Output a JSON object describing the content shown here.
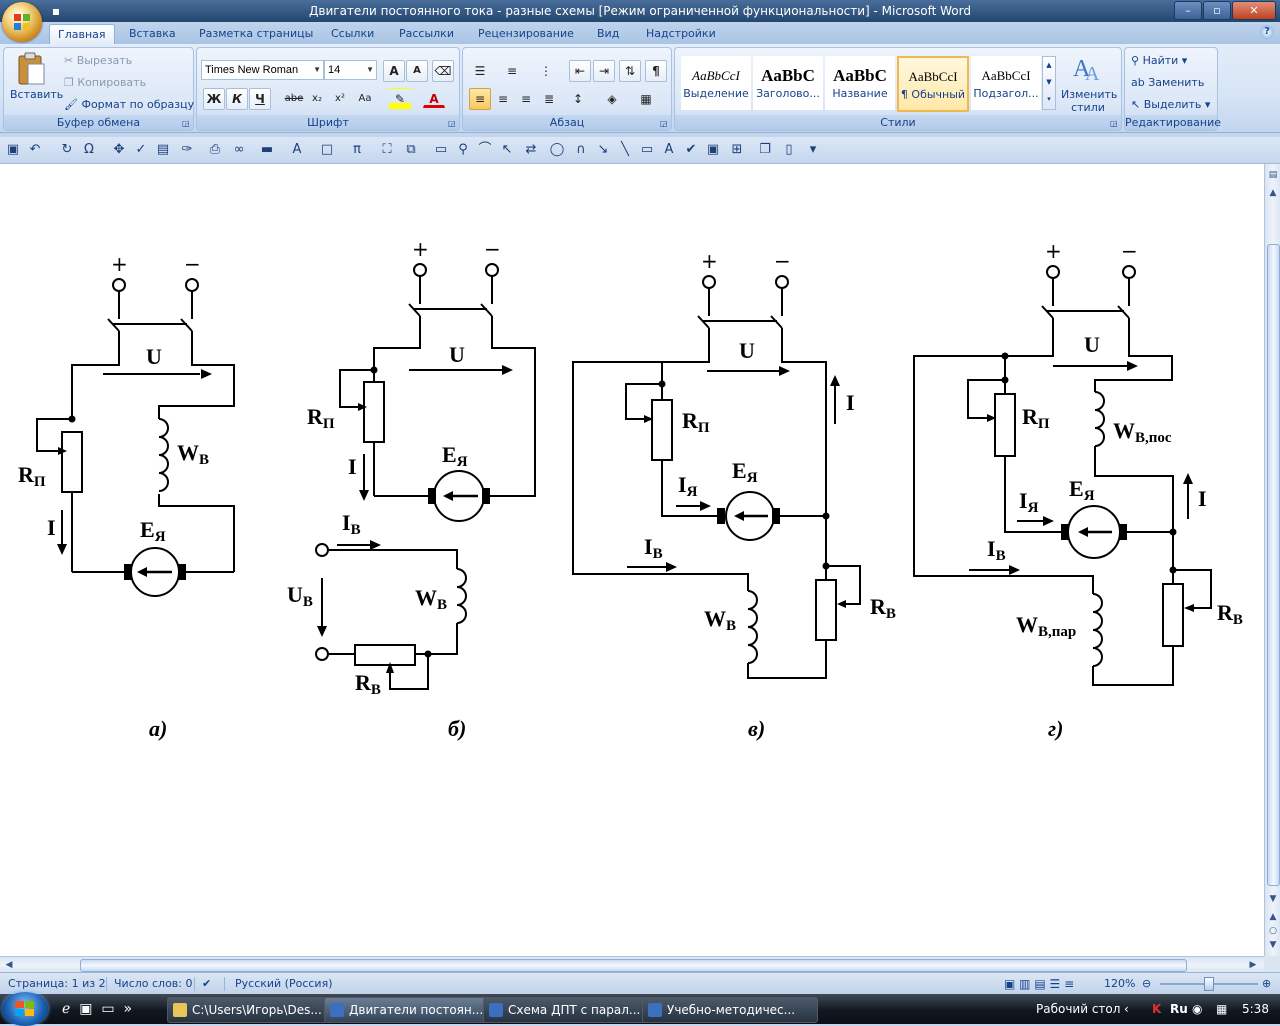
{
  "window": {
    "title": "Двигатели постоянного тока - разные схемы [Режим ограниченной функциональности] - Microsoft Word",
    "help": "?"
  },
  "tabs": [
    "Главная",
    "Вставка",
    "Разметка страницы",
    "Ссылки",
    "Рассылки",
    "Рецензирование",
    "Вид",
    "Надстройки"
  ],
  "ribbon": {
    "clipboard": {
      "label": "Буфер обмена",
      "paste": "Вставить",
      "cut": "Вырезать",
      "copy": "Копировать",
      "format_painter": "Формат по образцу"
    },
    "font": {
      "label": "Шрифт",
      "family": "Times New Roman",
      "size": "14",
      "bold": "Ж",
      "italic": "К",
      "underline": "Ч",
      "strike": "abe",
      "sub": "x₂",
      "sup": "x²",
      "case": "Aa"
    },
    "paragraph": {
      "label": "Абзац"
    },
    "styles": {
      "label": "Стили",
      "items": [
        {
          "sample": "AaBbCcI",
          "name": "Выделение"
        },
        {
          "sample": "AaBbC",
          "name": "Заголово..."
        },
        {
          "sample": "AaBbC",
          "name": "Название"
        },
        {
          "sample": "AaBbCcI",
          "name": "¶ Обычный"
        },
        {
          "sample": "AaBbCcI",
          "name": "Подзагол..."
        }
      ],
      "change_l1": "Изменить",
      "change_l2": "стили"
    },
    "editing": {
      "label": "Редактирование",
      "find": "Найти",
      "replace": "Заменить",
      "select": "Выделить"
    }
  },
  "diagram": {
    "plus": "+",
    "minus": "−",
    "labels": {
      "U": "U",
      "I": "I",
      "Ia": "I",
      "Ia_sub": "Я",
      "IB": "I",
      "IB_sub": "В",
      "UB": "U",
      "UB_sub": "В",
      "E": "E",
      "E_sub": "Я",
      "R": "R",
      "RP_sub": "П",
      "RB_sub": "В",
      "W": "W",
      "WB_sub": "В",
      "Wpos_sub": "В,пос",
      "Wpar_sub": "В,пар"
    },
    "captions": [
      "а)",
      "б)",
      "в)",
      "г)"
    ]
  },
  "status": {
    "page": "Страница: 1 из 2",
    "words": "Число слов: 0",
    "language": "Русский (Россия)",
    "zoom": "120%"
  },
  "taskbar": {
    "items": [
      {
        "label": "C:\\Users\\Игорь\\Des..."
      },
      {
        "label": "Двигатели постоян..."
      },
      {
        "label": "Схема ДПТ с парал..."
      },
      {
        "label": "Учебно-методичес..."
      }
    ],
    "desktop": "Рабочий стол",
    "lang": "Ru",
    "time": "5:38"
  }
}
